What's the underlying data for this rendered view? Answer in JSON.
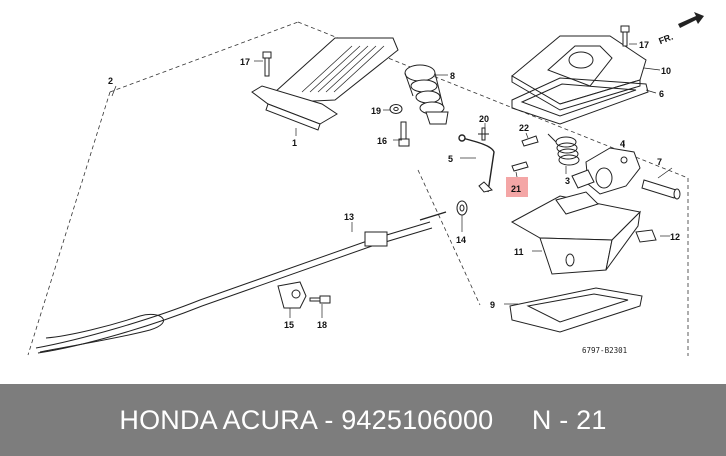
{
  "diagram": {
    "callouts": [
      "1",
      "2",
      "3",
      "4",
      "5",
      "6",
      "7",
      "8",
      "9",
      "10",
      "11",
      "12",
      "13",
      "14",
      "15",
      "16",
      "17",
      "17",
      "18",
      "19",
      "20",
      "21",
      "22"
    ],
    "highlighted_callout": "21",
    "direction_label": "FR.",
    "drawing_code": "6797-B2301"
  },
  "footer": {
    "title": "HONDA ACURA - 9425106000     N - 21"
  },
  "colors": {
    "highlight": "#f4a6a6",
    "footer_bg": "#7d7d7d",
    "line": "#222222"
  }
}
